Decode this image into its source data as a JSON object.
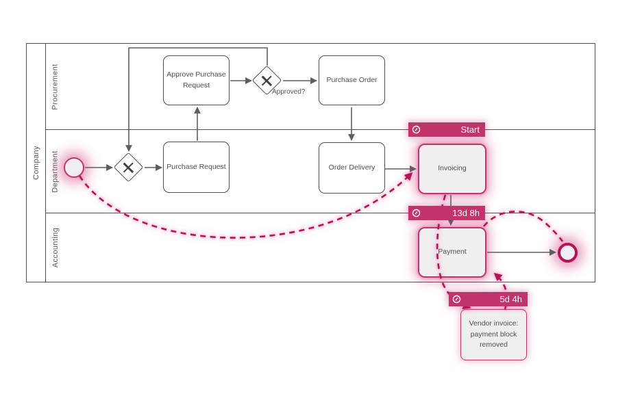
{
  "diagram": {
    "pool": {
      "label": "Company",
      "lanes": [
        "Procurement",
        "Department",
        "Accounting"
      ]
    },
    "tasks": {
      "approve_purchase_request": "Approve Purchase Request",
      "purchase_order": "Purchase Order",
      "purchase_request": "Purchase Request",
      "order_delivery": "Order Delivery",
      "invoicing": "Invoicing",
      "payment": "Payment"
    },
    "gateways": {
      "approved_label": "Approved?"
    },
    "badges": {
      "start": {
        "icon": "clock",
        "label": "Start"
      },
      "invoicing_to_payment": {
        "icon": "clock",
        "label": "13d 8h"
      },
      "note_to_payment": {
        "icon": "clock",
        "label": "5d 4h"
      }
    },
    "note": {
      "line1": "Vendor invoice:",
      "line2": "payment block",
      "line3": "removed"
    },
    "colors": {
      "accent_badge": "#c2336b",
      "highlight_border": "#c0356d",
      "trace_dash": "#b31256",
      "task_border": "#4d4d4d",
      "arrow": "#5e5e5e"
    }
  }
}
